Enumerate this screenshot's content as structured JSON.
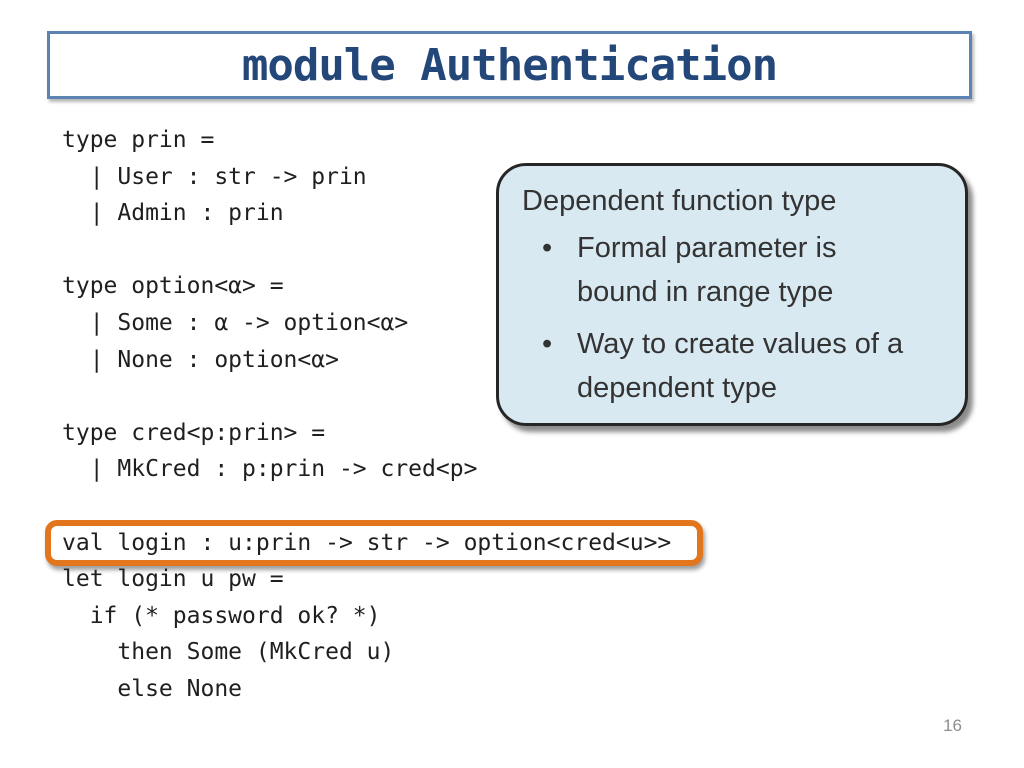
{
  "slide": {
    "title": "module Authentication",
    "page_number": "16",
    "icons": {
      "bullet_glyph": "•"
    },
    "colors": {
      "title_text": "#24477a",
      "title_border": "#5b84b5",
      "code_text": "#1f1f1f",
      "highlight_border": "#e2761c",
      "callout_fill": "#d9e9f2",
      "callout_border": "#262626",
      "callout_text": "#333333",
      "page_number": "#8e8e8e"
    },
    "code": {
      "highlight_line_index": 11,
      "lines": [
        "type prin =",
        "  | User : str -> prin",
        "  | Admin : prin",
        "",
        "type option<α> =",
        "  | Some : α -> option<α>",
        "  | None : option<α>",
        "",
        "type cred<p:prin> =",
        "  | MkCred : p:prin -> cred<p>",
        "",
        "val login : u:prin -> str -> option<cred<u>>",
        "let login u pw =",
        "  if (* password ok? *)",
        "    then Some (MkCred u)",
        "    else None"
      ]
    },
    "callout": {
      "title": "Dependent function type",
      "bullets": [
        {
          "lines": [
            "Formal parameter is",
            "bound in range type"
          ]
        },
        {
          "lines": [
            "Way to create values of a",
            "dependent type"
          ]
        }
      ]
    }
  }
}
